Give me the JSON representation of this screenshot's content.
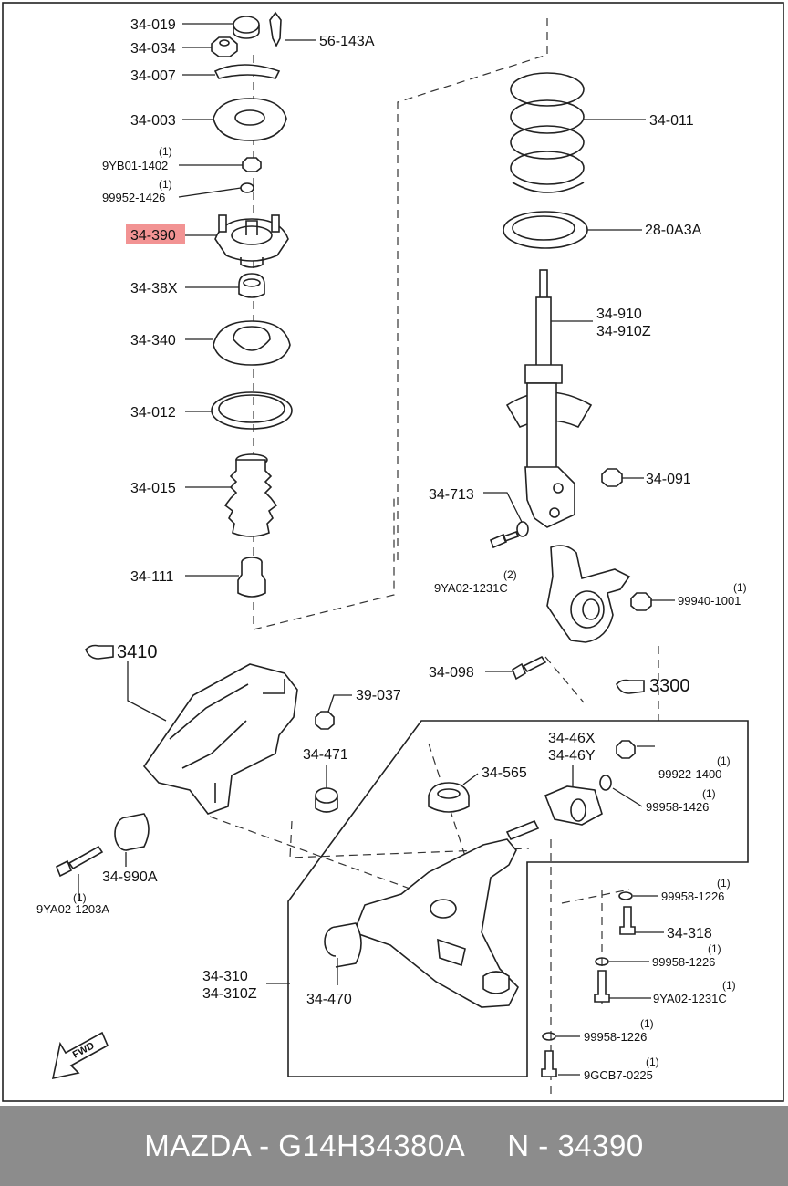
{
  "labels": {
    "l34019": "34-019",
    "l34034": "34-034",
    "l56143A": "56-143A",
    "l34007": "34-007",
    "l34003": "34-003",
    "l34011": "34-011",
    "q9YB01": "(1)",
    "l9YB01": "9YB01-1402",
    "q99952": "(1)",
    "l99952": "99952-1426",
    "l34390": "34-390",
    "l280A3A": "28-0A3A",
    "l3438X": "34-38X",
    "l34910": "34-910",
    "l34910Z": "34-910Z",
    "l34340": "34-340",
    "l34012": "34-012",
    "l34015": "34-015",
    "l34091": "34-091",
    "l34713": "34-713",
    "q9YA02c": "(2)",
    "l9YA02c": "9YA02-1231C",
    "l34111": "34-111",
    "q99940": "(1)",
    "l99940": "99940-1001",
    "l3410": "3410",
    "l34098": "34-098",
    "l3300": "3300",
    "l39037": "39-037",
    "l34471": "34-471",
    "l3446X": "34-46X",
    "l3446Y": "34-46Y",
    "l34565": "34-565",
    "q99922": "(1)",
    "l99922": "99922-1400",
    "q99958a": "(1)",
    "l99958a": "99958-1426",
    "l34990A": "34-990A",
    "q9YA02a": "(1)",
    "l9YA02a": "9YA02-1203A",
    "q99958b": "(1)",
    "l99958b": "99958-1226",
    "l34318": "34-318",
    "q99958c": "(1)",
    "l99958c": "99958-1226",
    "q9YA02d": "(1)",
    "l9YA02d": "9YA02-1231C",
    "l34310": "34-310",
    "l34310Z": "34-310Z",
    "l34470": "34-470",
    "q99958d": "(1)",
    "l99958d": "99958-1226",
    "q9GCB7": "(1)",
    "l9GCB7": "9GCB7-0225",
    "fwd": "FWD"
  },
  "highlight": {
    "part": "34-390",
    "color": "#f08080"
  },
  "footer": {
    "left": "MAZDA - G14H34380A",
    "right": "N - 34390"
  },
  "colors": {
    "footer_bg": "#8c8c8c",
    "footer_text": "#ffffff",
    "line": "#222222"
  }
}
